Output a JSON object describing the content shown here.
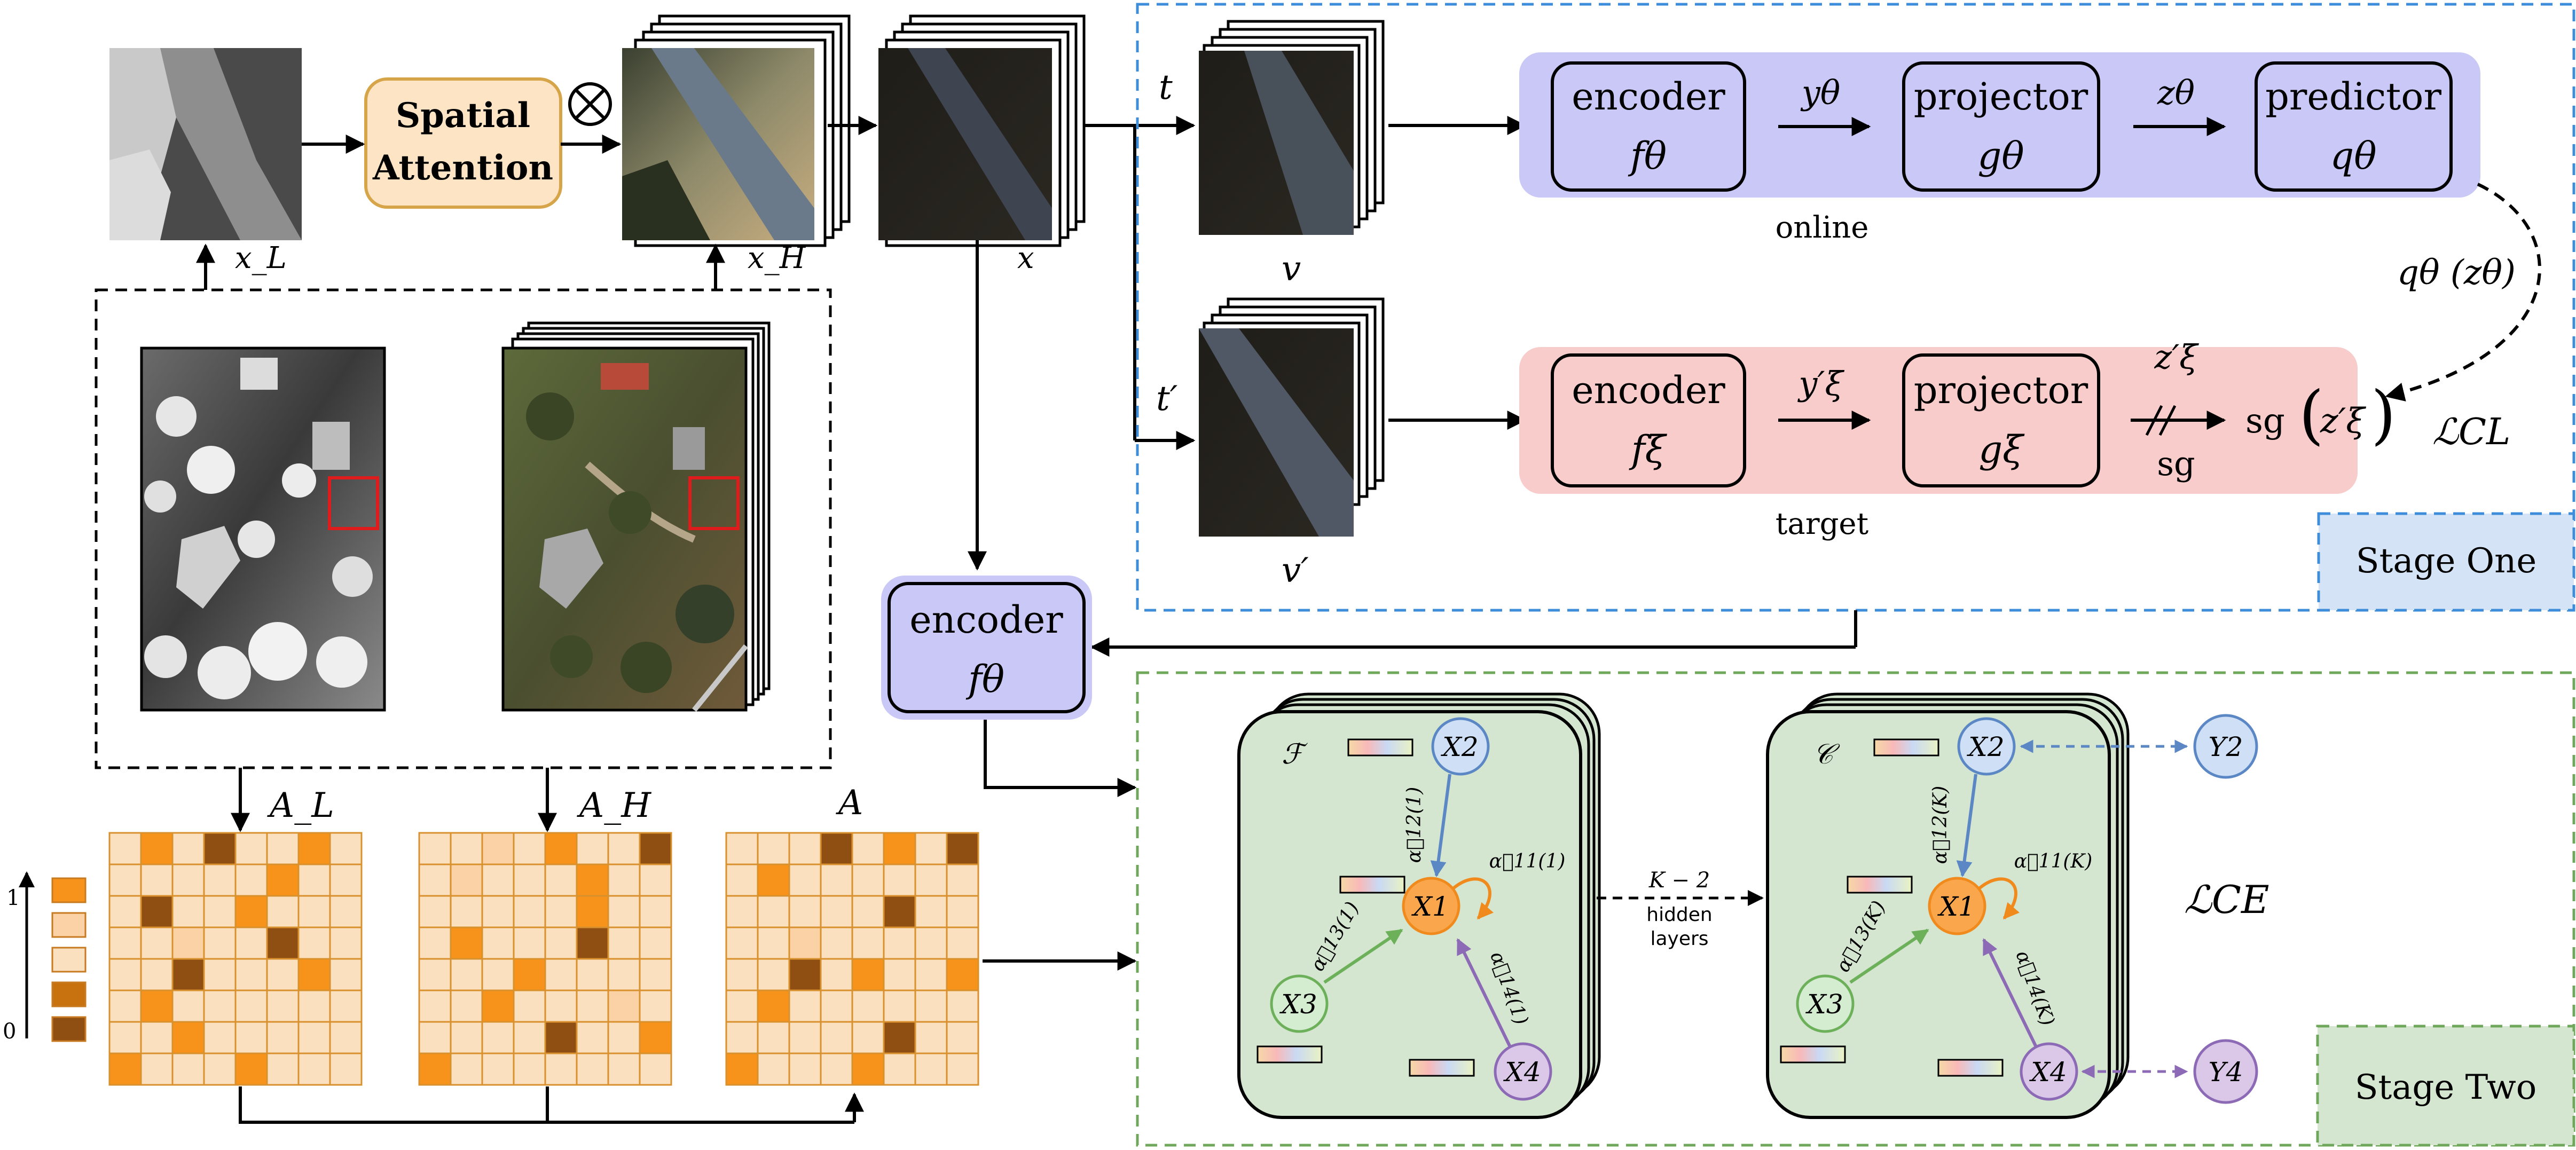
{
  "spatial_attention": [
    "Spatial",
    "Attention"
  ],
  "var_xL": "x_L",
  "var_xH": "x_H",
  "var_x": "x",
  "var_t": "t",
  "var_tp": "t′",
  "var_v": "v",
  "var_vp": "v′",
  "online": {
    "encoder": [
      "encoder",
      "fθ"
    ],
    "projector": [
      "projector",
      "gθ"
    ],
    "predictor": [
      "predictor",
      "qθ"
    ],
    "y": "yθ",
    "z": "zθ",
    "caption": "online"
  },
  "target": {
    "encoder": [
      "encoder",
      "fξ"
    ],
    "projector": [
      "projector",
      "gξ"
    ],
    "y": "y′ξ",
    "z": "z′ξ",
    "sg": "sg",
    "caption": "target"
  },
  "q_expr": "qθ (zθ)",
  "sg_expr": [
    "sg",
    "z′ξ"
  ],
  "loss_cl": "ℒCL",
  "loss_ce": "ℒCE",
  "stage_one": "Stage One",
  "stage_two": "Stage Two",
  "encoder2": [
    "encoder",
    "fθ"
  ],
  "adj": {
    "AL": "A_L",
    "AH": "A_H",
    "A": "A"
  },
  "colorbar": {
    "top": "1",
    "bottom": "0"
  },
  "graph1": {
    "label": "ℱ",
    "nodes": [
      "X2",
      "X1",
      "X3",
      "X4"
    ],
    "alphas": [
      "α⃗12(1)",
      "α⃗11(1)",
      "α⃗13(1)",
      "α⃗14(1)"
    ]
  },
  "graph2": {
    "label": "𝒞",
    "nodes": [
      "X2",
      "X1",
      "X3",
      "X4"
    ],
    "alphas": [
      "α⃗12(K)",
      "α⃗11(K)",
      "α⃗13(K)",
      "α⃗14(K)"
    ]
  },
  "hidden": [
    "K − 2",
    "hidden",
    "layers"
  ],
  "labels": [
    "Y2",
    "Y4"
  ],
  "colors": {
    "online_bg": "#c9c8f6",
    "target_bg": "#f9cccc",
    "attn_bg": "#fde4c4",
    "attn_border": "#d6a54a",
    "stage1_border": "#3d8ddb",
    "stage2_border": "#6fa85a",
    "graph_bg": "#d4e6d0",
    "x1": "#f9a64c",
    "x2": "#cfe0f6",
    "x3": "#d4ecd0",
    "x4": "#dbc8e8",
    "blue_arrow": "#5b87c5",
    "green_arrow": "#6db05a",
    "purple_arrow": "#8c6ab5",
    "orange_arrow": "#f08a1c"
  }
}
